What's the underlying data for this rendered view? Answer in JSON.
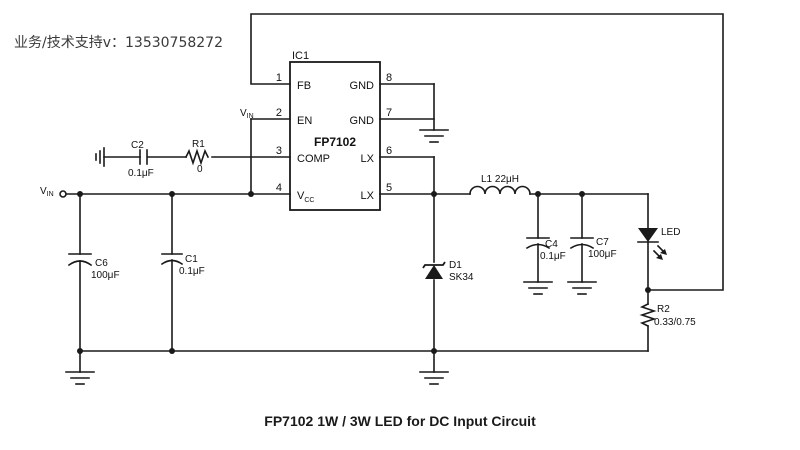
{
  "contact": "业务/技术支持v：13530758272",
  "caption": "FP7102 1W / 3W LED for DC Input Circuit",
  "ic": {
    "ref": "IC1",
    "part": "FP7102",
    "pins": {
      "p1": {
        "num": "1",
        "name": "FB"
      },
      "p2": {
        "num": "2",
        "name": "EN"
      },
      "p3": {
        "num": "3",
        "name": "COMP"
      },
      "p4": {
        "num": "4",
        "name": "V",
        "sub": "CC"
      },
      "p5": {
        "num": "5",
        "name": "LX"
      },
      "p6": {
        "num": "6",
        "name": "LX"
      },
      "p7": {
        "num": "7",
        "name": "GND"
      },
      "p8": {
        "num": "8",
        "name": "GND"
      }
    }
  },
  "nets": {
    "vin_main": {
      "text": "V",
      "sub": "IN"
    },
    "vin_en": {
      "text": "V",
      "sub": "IN"
    }
  },
  "components": {
    "c2": {
      "ref": "C2",
      "value": "0.1μF"
    },
    "r1": {
      "ref": "R1",
      "value": "0"
    },
    "c6": {
      "ref": "C6",
      "value": "100μF"
    },
    "c1": {
      "ref": "C1",
      "value": "0.1μF"
    },
    "d1": {
      "ref": "D1",
      "value": "SK34"
    },
    "l1": {
      "label": "L1 22μH"
    },
    "c4": {
      "ref": "C4",
      "value": "0.1μF"
    },
    "c7": {
      "ref": "C7",
      "value": "100μF"
    },
    "led": {
      "ref": "LED"
    },
    "r2": {
      "ref": "R2",
      "value": "0.33/0.75"
    }
  },
  "colors": {
    "wire": "#1a1a1a",
    "background": "#ffffff"
  }
}
